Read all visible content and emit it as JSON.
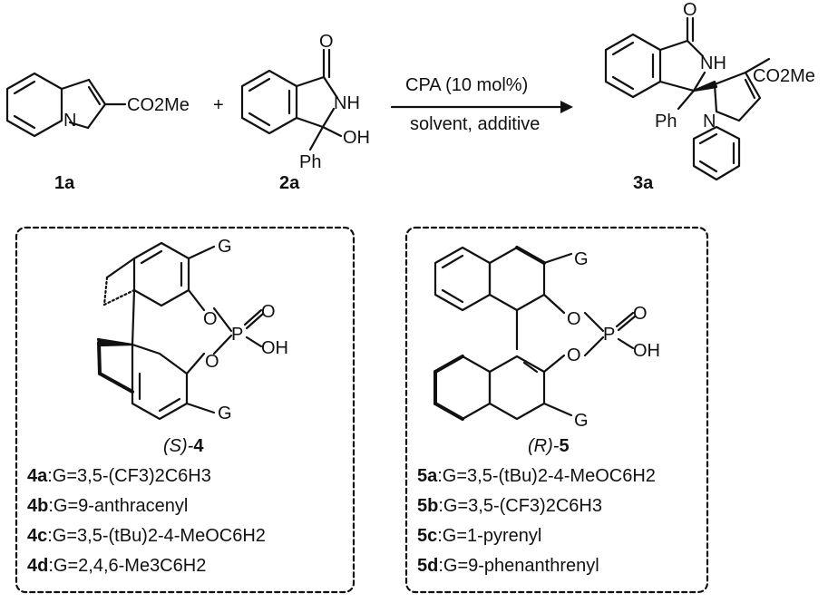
{
  "reactants": {
    "r1": {
      "substituent": "CO2Me",
      "label": "1a"
    },
    "plus": "+",
    "r2": {
      "o": "O",
      "nh": "NH",
      "oh": "OH",
      "ph": "Ph",
      "label": "2a"
    }
  },
  "arrow": {
    "above": "CPA (10 mol%)",
    "below": "solvent, additive"
  },
  "product": {
    "o": "O",
    "nh": "NH",
    "ph": "Ph",
    "n": "N",
    "ester": "CO2Me",
    "label": "3a"
  },
  "catalyst4": {
    "title_prefix": "(S)-",
    "title_num": "4",
    "g_top": "G",
    "g_bottom": "G",
    "o1": "O",
    "o2": "O",
    "p": "P",
    "eq_o": "O",
    "oh": "OH",
    "entries": [
      {
        "id": "4a",
        "text": ":G=3,5-(CF3)2C6H3"
      },
      {
        "id": "4b",
        "text": ":G=9-anthracenyl"
      },
      {
        "id": "4c",
        "text": ":G=3,5-(tBu)2-4-MeOC6H2"
      },
      {
        "id": "4d",
        "text": ":G=2,4,6-Me3C6H2"
      }
    ]
  },
  "catalyst5": {
    "title_prefix": "(R)-",
    "title_num": "5",
    "g_top": "G",
    "g_bottom": "G",
    "o1": "O",
    "o2": "O",
    "p": "P",
    "eq_o": "O",
    "oh": "OH",
    "entries": [
      {
        "id": "5a",
        "text": ":G=3,5-(tBu)2-4-MeOC6H2"
      },
      {
        "id": "5b",
        "text": ":G=3,5-(CF3)2C6H3"
      },
      {
        "id": "5c",
        "text": ":G=1-pyrenyl"
      },
      {
        "id": "5d",
        "text": ":G=9-phenanthrenyl"
      }
    ]
  }
}
